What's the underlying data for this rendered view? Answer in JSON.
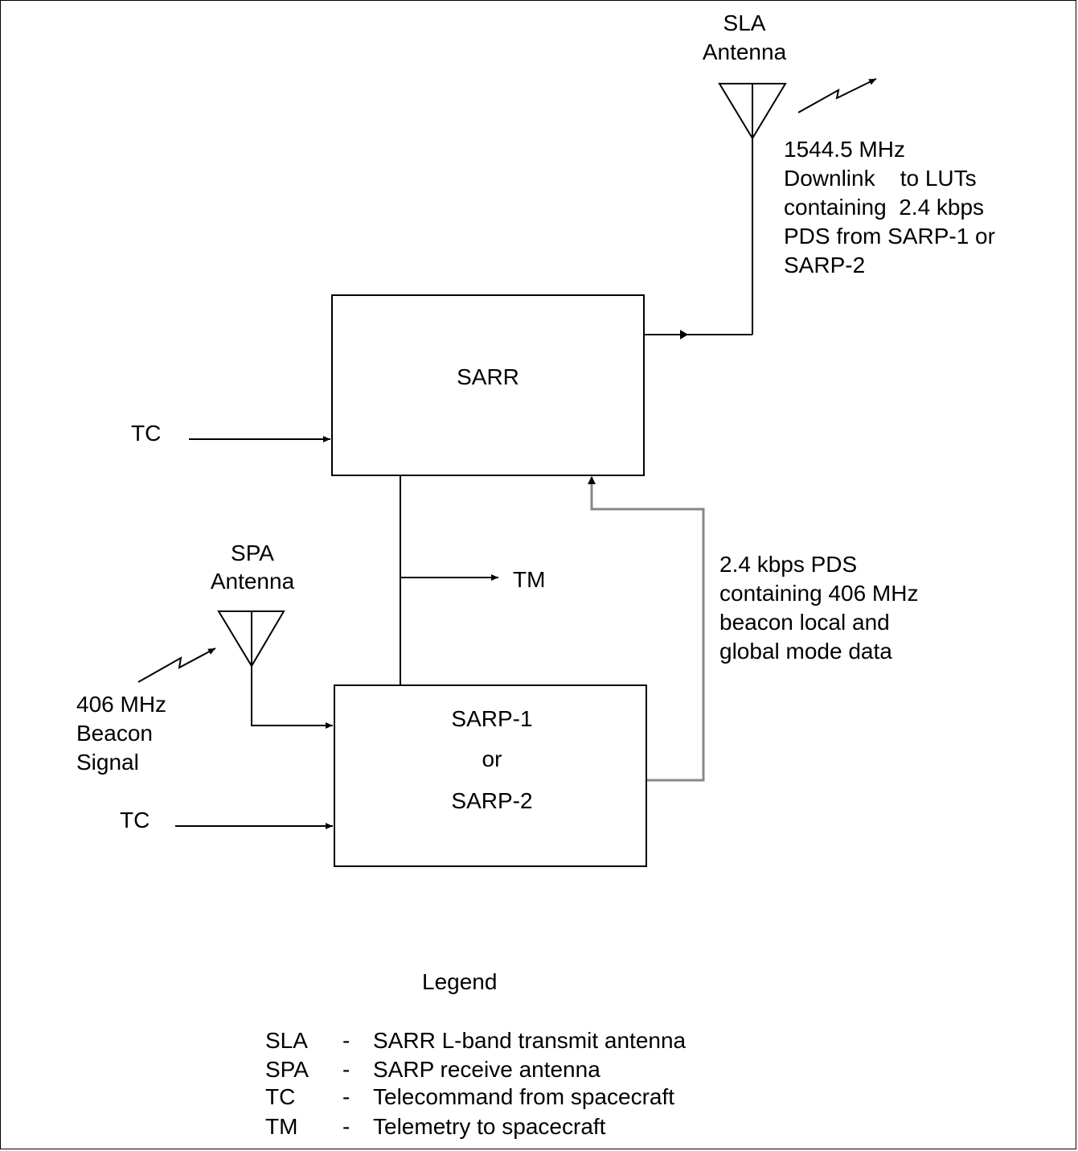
{
  "blocks": {
    "sarr": "SARR",
    "sarp_line1": "SARP-1",
    "sarp_line2": "or",
    "sarp_line3": "SARP-2"
  },
  "antennas": {
    "sla_line1": "SLA",
    "sla_line2": "Antenna",
    "spa_line1": "SPA",
    "spa_line2": "Antenna"
  },
  "signals": {
    "downlink": [
      "1544.5 MHz",
      "Downlink    to LUTs",
      "containing  2.4 kbps",
      "PDS from SARP-1 or",
      "SARP-2"
    ],
    "pds": [
      "2.4 kbps PDS",
      "containing 406 MHz",
      "beacon local and",
      "global mode data"
    ],
    "beacon": [
      "406 MHz",
      "Beacon",
      "Signal"
    ],
    "tc_top": "TC",
    "tc_bottom": "TC",
    "tm": "TM"
  },
  "legend": {
    "title": "Legend",
    "rows": [
      {
        "abbr": "SLA",
        "dash": "-",
        "desc": "SARR L-band transmit antenna"
      },
      {
        "abbr": "SPA",
        "dash": "-",
        "desc": "SARP receive antenna"
      },
      {
        "abbr": "TC",
        "dash": "-",
        "desc": "Telecommand from spacecraft"
      },
      {
        "abbr": "TM",
        "dash": "-",
        "desc": "Telemetry to spacecraft"
      }
    ]
  }
}
